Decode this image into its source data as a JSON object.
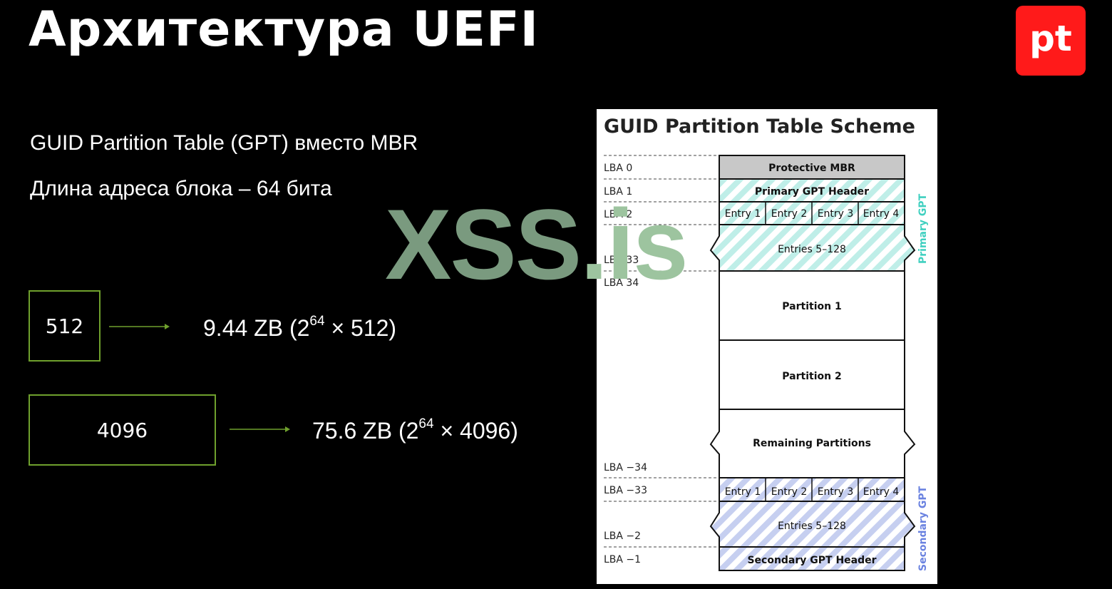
{
  "slide": {
    "title": "Архитектура UEFI",
    "logo_text": "pt",
    "bullets": [
      "GUID Partition Table (GPT) вместо MBR",
      "Длина адреса блока – 64 бита"
    ],
    "rows": [
      {
        "box": "512",
        "base": "9.44 ZB (2",
        "exp": "64",
        "tail": " × 512)"
      },
      {
        "box": "4096",
        "base": "75.6 ZB (2",
        "exp": "64",
        "tail": " × 4096)"
      }
    ],
    "watermark_a": "XSS",
    "watermark_b": ".is"
  },
  "diagram": {
    "title": "GUID Partition Table Scheme",
    "lba_labels": [
      "LBA 0",
      "LBA 1",
      "LBA 2",
      "LBA 33",
      "LBA 34",
      "LBA −34",
      "LBA −33",
      "LBA −2",
      "LBA −1"
    ],
    "protective_mbr": "Protective MBR",
    "primary_header": "Primary GPT Header",
    "entries": [
      "Entry 1",
      "Entry 2",
      "Entry 3",
      "Entry 4"
    ],
    "entries_rest": "Entries 5–128",
    "partitions": [
      "Partition 1",
      "Partition 2",
      "Remaining Partitions"
    ],
    "secondary_header": "Secondary GPT Header",
    "primary_label": "Primary GPT",
    "secondary_label": "Secondary GPT",
    "colors": {
      "primary": "#40d0c0",
      "secondary": "#6a82e0",
      "mbr_fill": "#c8c8c8",
      "accent": "#6fa02d"
    }
  }
}
